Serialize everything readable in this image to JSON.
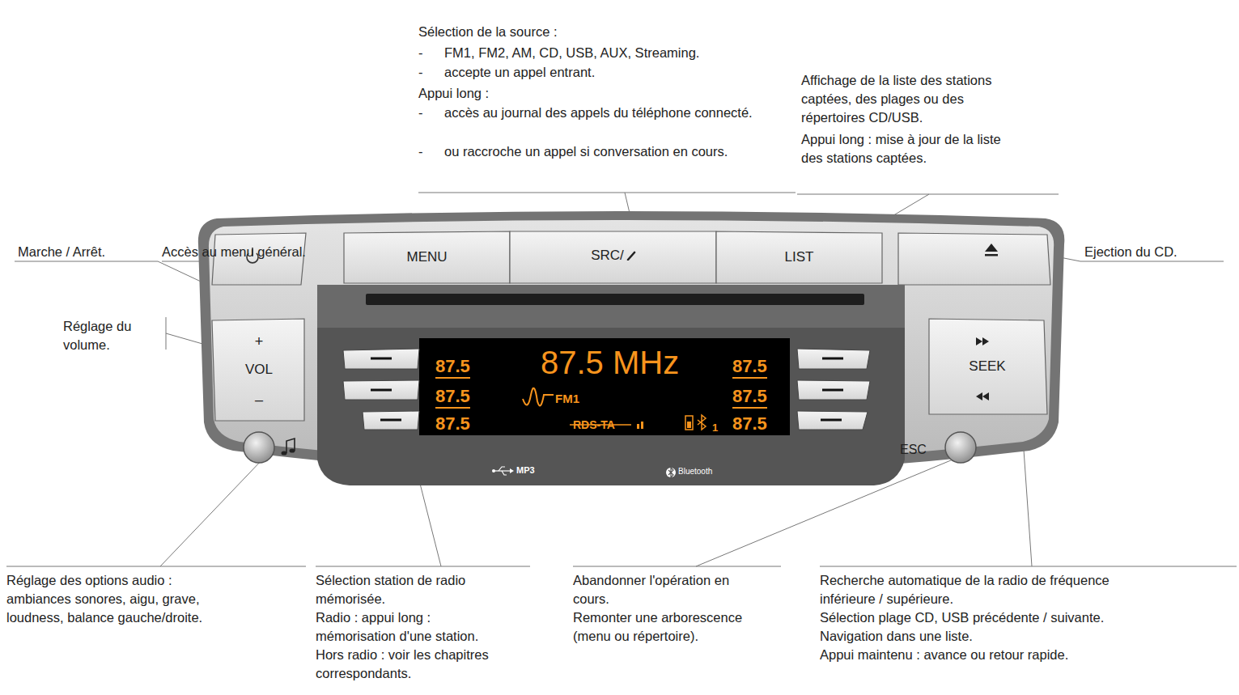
{
  "diagram": {
    "nodes": [
      {
        "text": [
          "MENU"
        ]
      },
      {
        "text": [
          "SRC/"
        ]
      },
      {
        "text": [
          "LIST"
        ]
      },
      {
        "text": [
          "+",
          "VOL",
          "–"
        ]
      },
      {
        "text": [
          "87.5",
          "87.5",
          "87.5",
          "87.5 MHz",
          "FM1",
          "RDS-TA",
          "1",
          "87.5",
          "87.5",
          "87.5"
        ]
      },
      {
        "text": [
          "SEEK"
        ]
      }
    ],
    "labels": [
      "Marche / Arrêt.",
      "Accès au menu général.",
      "Sélection de la source :",
      "-",
      "FM1, FM2, AM, CD, USB, AUX, Streaming.",
      "-",
      "accepte un appel entrant.",
      "Appui long :",
      "-",
      "accès au journal des appels du téléphone connecté.",
      "-",
      "ou raccroche un appel si conversation en cours.",
      "Affichage de la liste des stations captées, des plages ou des répertoires CD/USB.",
      "Appui long : mise à jour de la liste des stations captées.",
      "Ejection du CD.",
      "Réglage du volume.",
      "ESC",
      "MP3",
      "Bluetooth",
      "Réglage des options audio : ambiances sonores, aigu, grave, loudness, balance gauche/droite.",
      "Sélection station de radio mémorisée.",
      "Radio : appui long : mémorisation d'une station.",
      "Hors radio : voir les chapitres correspondants.",
      "Abandonner l'opération en cours.",
      "Remonter une arborescence (menu ou répertoire).",
      "Recherche automatique de la radio de fréquence inférieure / supérieure.",
      "Sélection plage CD, USB précédente / suivante.",
      "Navigation dans une liste.",
      "Appui maintenu : avance ou retour rapide."
    ]
  }
}
